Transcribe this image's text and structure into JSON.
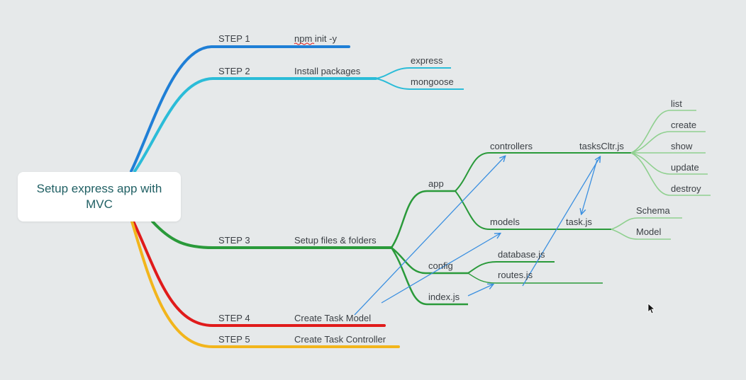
{
  "root": {
    "title": "Setup express app with MVC"
  },
  "steps": [
    {
      "label": "STEP 1",
      "task": "npm init -y"
    },
    {
      "label": "STEP 2",
      "task": "Install packages"
    },
    {
      "label": "STEP 3",
      "task": "Setup files & folders"
    },
    {
      "label": "STEP 4",
      "task": "Create Task Model"
    },
    {
      "label": "STEP 5",
      "task": "Create Task Controller"
    }
  ],
  "packages": [
    "express",
    "mongoose"
  ],
  "folders": {
    "app": "app",
    "controllers": "controllers",
    "models": "models",
    "config": "config",
    "index": "index.js",
    "database": "database.js",
    "routes": "routes.js",
    "controller_file": "tasksCltr.js",
    "model_file": "task.js"
  },
  "actions": [
    "list",
    "create",
    "show",
    "update",
    "destroy"
  ],
  "model_parts": [
    "Schema",
    "Model"
  ],
  "colors": {
    "step1": "#1f7fd6",
    "step2": "#2bbcd8",
    "step3": "#2a9a3a",
    "step4": "#e01b1b",
    "step5": "#f2b51c",
    "thin_green": "#4caf50",
    "light_green": "#8fd08f",
    "arrow": "#3a8fe0",
    "background": "#e6e9ea"
  }
}
